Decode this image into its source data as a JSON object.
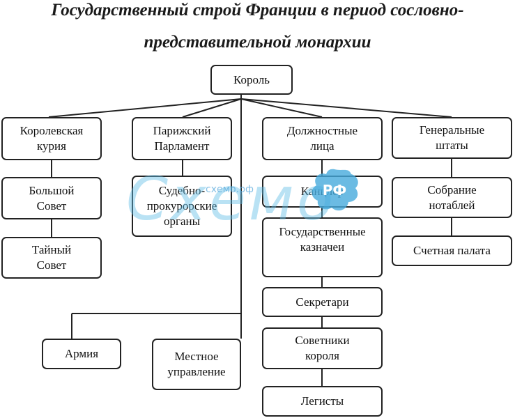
{
  "title": {
    "line1": "Государственный строй Франции в период сословно-",
    "line2": "представительной монархии"
  },
  "nodes": {
    "king": "Король",
    "royal_curia": [
      "Королевская",
      "курия"
    ],
    "great_council": [
      "Большой",
      "Совет"
    ],
    "secret_council": [
      "Тайный",
      "Совет"
    ],
    "paris_parliament": [
      "Парижский",
      "Парламент"
    ],
    "judicial_bodies": [
      "Судебно-",
      "прокурорские",
      "органы"
    ],
    "officials": [
      "Должностные",
      "лица"
    ],
    "chancellor": "Канцлер",
    "treasurers": [
      "Государственные",
      "казначеи"
    ],
    "secretaries": "Секретари",
    "king_advisors": [
      "Советники",
      "короля"
    ],
    "legists": "Легисты",
    "estates_general": [
      "Генеральные",
      "штаты"
    ],
    "notables_assembly": [
      "Собрание",
      "нотаблей"
    ],
    "chamber_of_accounts": "Счетная палата",
    "army": "Армия",
    "local_government": [
      "Местное",
      "управление"
    ]
  },
  "watermark": {
    "text": "Схемо",
    "url": "схемо.рф",
    "badge": "РФ",
    "color": "#5fb8e0"
  }
}
